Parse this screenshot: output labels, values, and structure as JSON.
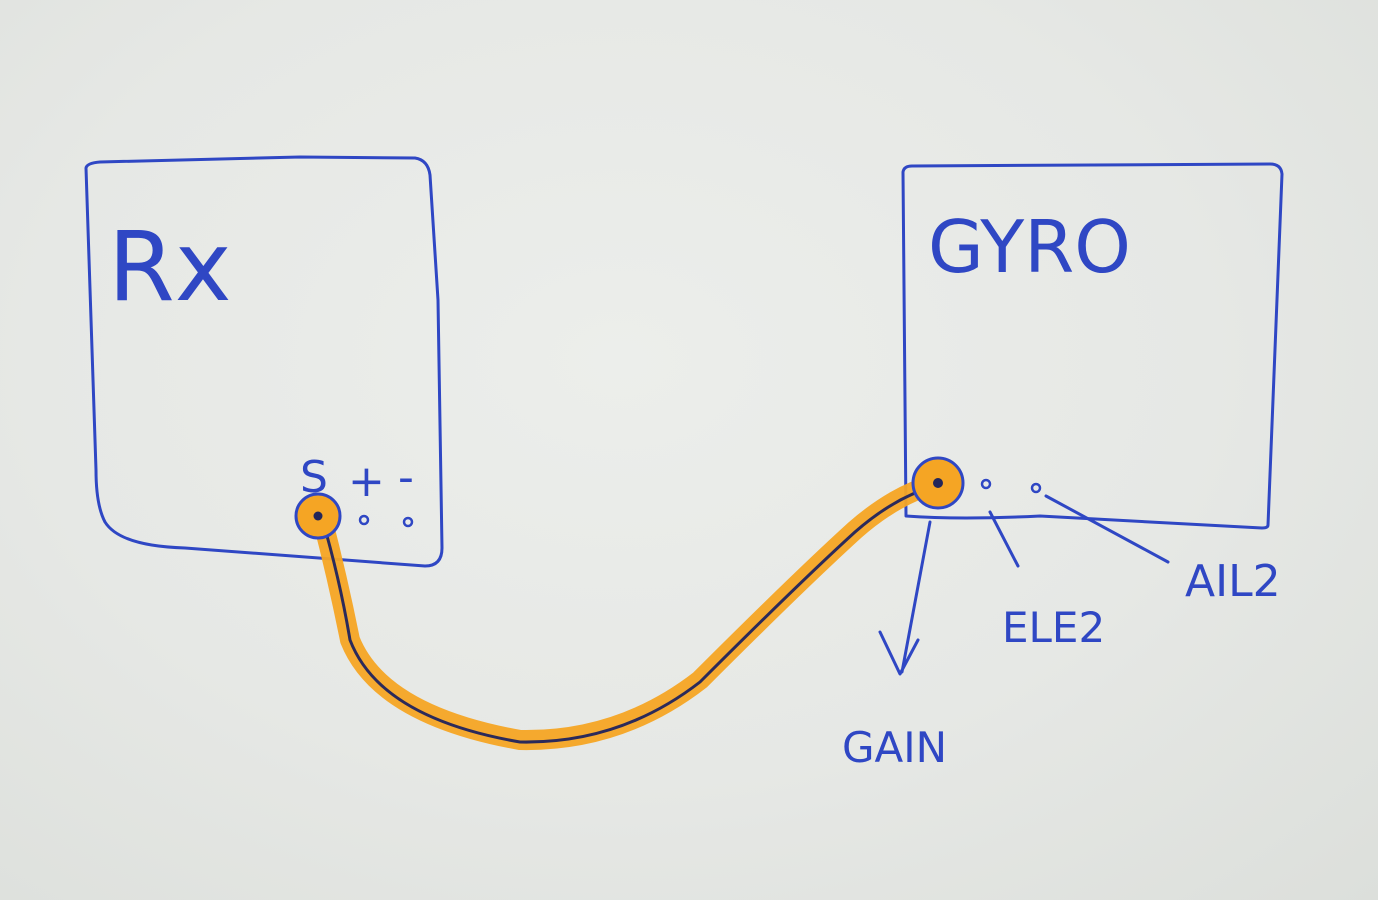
{
  "rx_box": {
    "title": "Rx",
    "pin_labels": [
      "S",
      "+",
      "-"
    ]
  },
  "gyro_box": {
    "title": "GYRO",
    "pin_labels": [
      "GAIN",
      "ELE2",
      "AIL2"
    ]
  },
  "colors": {
    "pen_ink": "#2f47c4",
    "wire_ink": "#2b2a5a",
    "highlighter": "#f5a524",
    "paper": "#e6e8e5"
  }
}
